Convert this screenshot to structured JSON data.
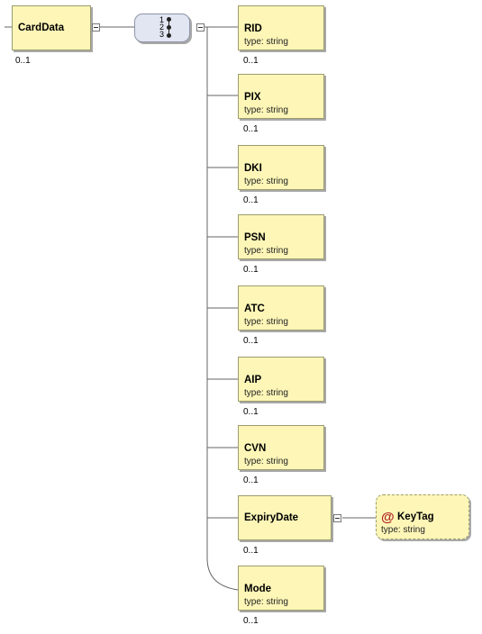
{
  "root": {
    "name": "CardData",
    "occurs": "0..1"
  },
  "sequence": {
    "numbers": [
      "1",
      "2",
      "3"
    ]
  },
  "children": [
    {
      "name": "RID",
      "type": "type: string",
      "occurs": "0..1"
    },
    {
      "name": "PIX",
      "type": "type: string",
      "occurs": "0..1"
    },
    {
      "name": "DKI",
      "type": "type: string",
      "occurs": "0..1"
    },
    {
      "name": "PSN",
      "type": "type: string",
      "occurs": "0..1"
    },
    {
      "name": "ATC",
      "type": "type: string",
      "occurs": "0..1"
    },
    {
      "name": "AIP",
      "type": "type: string",
      "occurs": "0..1"
    },
    {
      "name": "CVN",
      "type": "type: string",
      "occurs": "0..1"
    },
    {
      "name": "ExpiryDate",
      "type": "",
      "occurs": "0..1"
    },
    {
      "name": "Mode",
      "type": "type: string",
      "occurs": "0..1"
    }
  ],
  "attribute": {
    "symbol": "@",
    "name": "KeyTag",
    "type": "type: string"
  },
  "colors": {
    "element_fill": "#fdf6b7",
    "element_border": "#9c9c6e",
    "sequence_fill": "#e2e6f2",
    "attribute_symbol": "#b02222"
  }
}
